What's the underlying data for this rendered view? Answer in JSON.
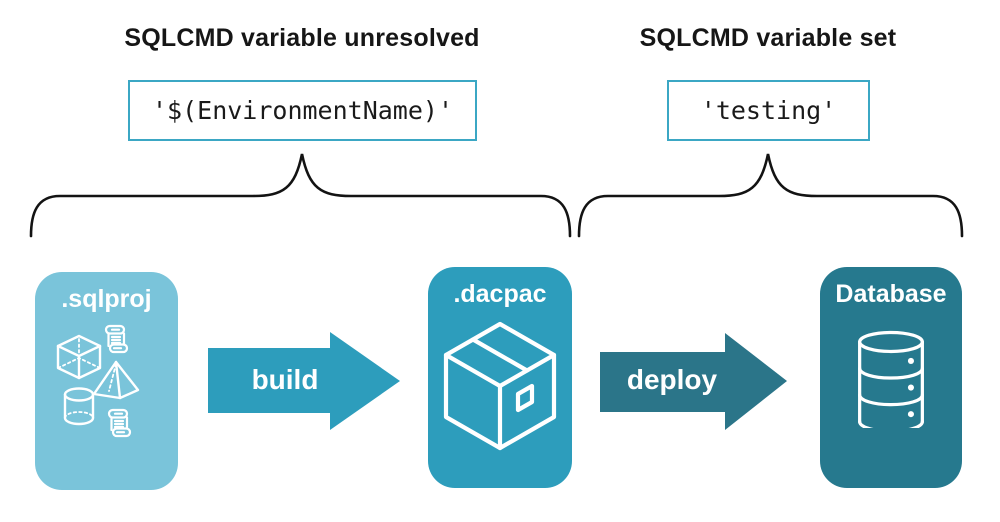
{
  "annotations": {
    "left": {
      "title": "SQLCMD variable unresolved",
      "value": "'$(EnvironmentName)'"
    },
    "right": {
      "title": "SQLCMD variable set",
      "value": "'testing'"
    }
  },
  "pipeline": {
    "nodes": [
      {
        "label": ".sqlproj",
        "color": "#7AC4DA",
        "icons": [
          "scroll-icon",
          "cube-icon",
          "pyramid-icon",
          "cylinder-icon",
          "scroll-icon"
        ]
      },
      {
        "label": ".dacpac",
        "color": "#2D9DBC",
        "icons": [
          "package-icon"
        ]
      },
      {
        "label": "Database",
        "color": "#26798E",
        "icons": [
          "database-icon"
        ]
      }
    ],
    "arrows": [
      {
        "label": "build",
        "color": "#2D9DBC"
      },
      {
        "label": "deploy",
        "color": "#2B7589"
      }
    ]
  },
  "colors": {
    "value_box_border": "#3BA7C4",
    "brace_stroke": "#131313",
    "heading_text": "#161616",
    "node_label_text": "#FFFFFF"
  }
}
